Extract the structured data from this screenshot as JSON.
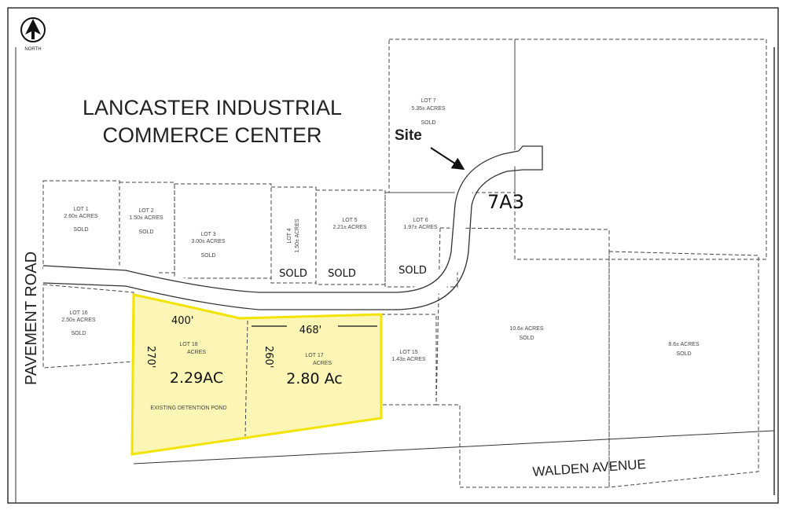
{
  "map": {
    "title_line1": "LANCASTER INDUSTRIAL",
    "title_line2": "COMMERCE CENTER",
    "north_label": "NORTH",
    "site_label": "Site",
    "handwritten_note": "7A3",
    "roads": {
      "west": "PAVEMENT   ROAD",
      "south": "WALDEN AVENUE"
    },
    "lots": [
      {
        "name": "LOT 1",
        "acres": "2.60± ACRES",
        "status": "SOLD"
      },
      {
        "name": "LOT 2",
        "acres": "1.50± ACRES",
        "status": "SOLD"
      },
      {
        "name": "LOT 3",
        "acres": "3.00± ACRES",
        "status": "SOLD"
      },
      {
        "name": "LOT 4",
        "acres": "1.50± ACRES",
        "status": "SOLD"
      },
      {
        "name": "LOT 5",
        "acres": "2.21± ACRES",
        "status": "SOLD"
      },
      {
        "name": "LOT 6",
        "acres": "1.97± ACRES",
        "status": "SOLD"
      },
      {
        "name": "LOT 7",
        "acres": "5.35± ACRES",
        "status": "SOLD"
      },
      {
        "name": "LOT 16",
        "acres": "2.50± ACRES",
        "status": "SOLD"
      },
      {
        "name": "LOT 15",
        "acres": "1.43± ACRES"
      },
      {
        "acres": "10.6± ACRES",
        "status": "SOLD"
      },
      {
        "acres": "8.6± ACRES",
        "status": "SOLD"
      }
    ],
    "site_lots": [
      {
        "name": "LOT 18",
        "acres_print": "ACRES",
        "acres_hand": "2.29AC",
        "frontage": "400'",
        "depth": "270'",
        "note": "EXISTING DETENTION POND"
      },
      {
        "name": "LOT 17",
        "acres_print": "ACRES",
        "acres_hand": "2.80 Ac",
        "frontage": "468'",
        "depth": "260'"
      }
    ],
    "colors": {
      "highlight_fill": "#fbf6b6",
      "highlight_stroke": "#f2e300",
      "hatch": "#555555"
    }
  }
}
